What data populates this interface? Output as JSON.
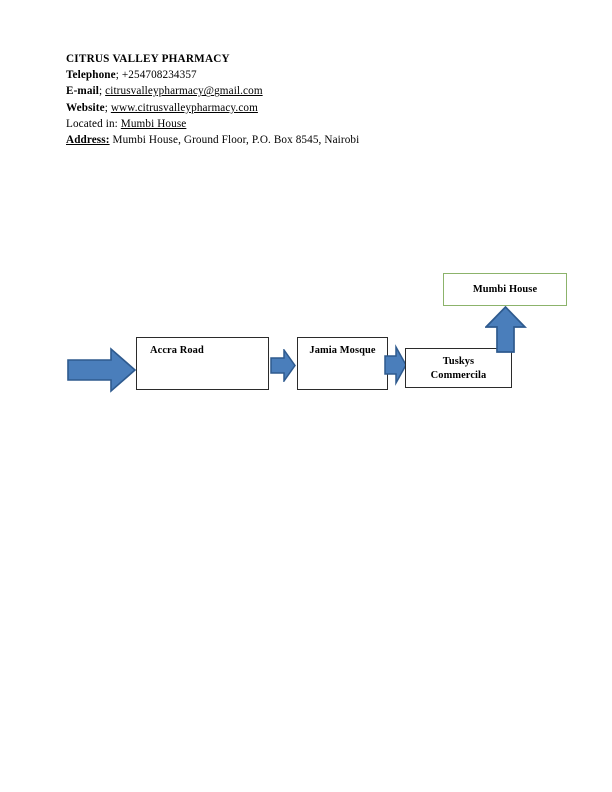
{
  "document": {
    "letterhead": {
      "business_name": "CITRUS VALLEY PHARMACY",
      "telephone_label": "Telephone",
      "telephone_sep": "; ",
      "telephone_value": "+254708234357",
      "email_label": "E-mail",
      "email_sep": "; ",
      "email_value": "citrusvalleypharmacy@gmail.com",
      "website_label": "Website",
      "website_sep": "; ",
      "website_value": "www.citrusvalleypharmacy.com",
      "located_label": "Located in:",
      "located_sep": " ",
      "located_value": "Mumbi House",
      "address_label": "Address:",
      "address_sep": " ",
      "address_value": "Mumbi House, Ground Floor, P.O. Box 8545, Nairobi"
    }
  },
  "diagram": {
    "type": "flow-directions-map",
    "nodes": [
      {
        "id": "accra",
        "label": "Accra Road",
        "border_color": "#2b2b2b"
      },
      {
        "id": "jamia",
        "label": "Jamia Mosque",
        "border_color": "#2b2b2b"
      },
      {
        "id": "tuskys",
        "label_line1": "Tuskys",
        "label_line2": "Commercila",
        "border_color": "#2b2b2b"
      },
      {
        "id": "mumbi",
        "label": "Mumbi House",
        "border_color": "#8cb36b"
      }
    ],
    "arrows": [
      {
        "id": "entry",
        "direction": "right",
        "size": "large"
      },
      {
        "id": "accra-jamia",
        "direction": "right",
        "size": "small"
      },
      {
        "id": "jamia-tuskys",
        "direction": "right",
        "size": "small"
      },
      {
        "id": "tuskys-mumbi",
        "direction": "up",
        "size": "medium"
      }
    ],
    "arrow_fill": "#4a7ebb",
    "arrow_stroke": "#2e5a8e"
  }
}
